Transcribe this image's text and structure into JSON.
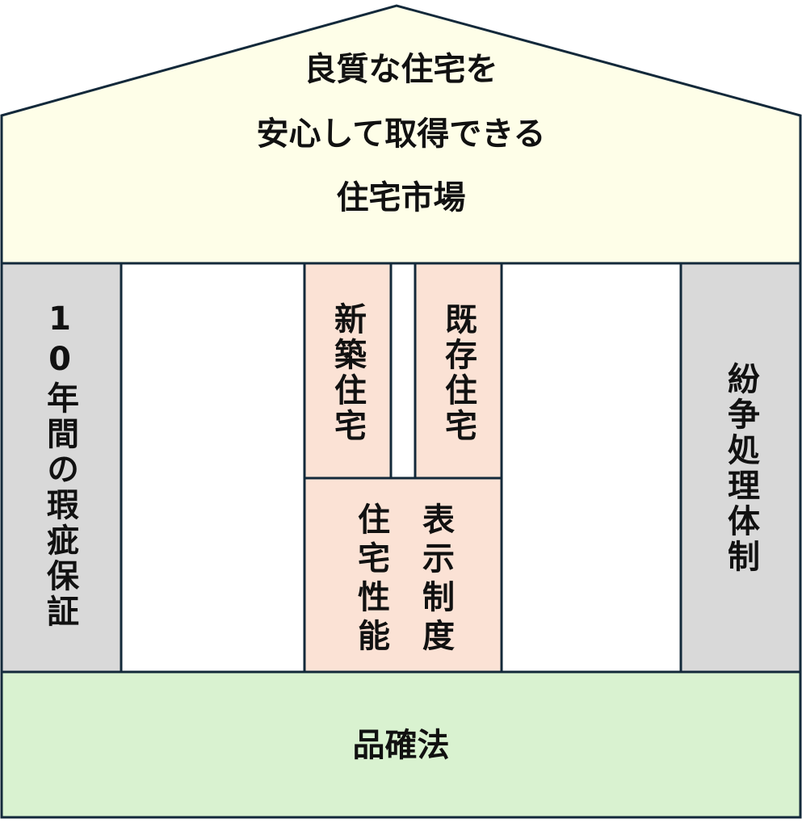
{
  "colors": {
    "roof": "#fefee8",
    "pillar": "#d9d9d9",
    "center": "#fbe2d5",
    "base": "#d9f2d0",
    "stroke": "#13293a"
  },
  "roof": {
    "lines": [
      "良質な住宅を",
      "安心して取得できる",
      "住宅市場"
    ]
  },
  "left_pillar": {
    "label": "10年間の瑕疵保証"
  },
  "right_pillar": {
    "label": "紛争処理体制"
  },
  "center": {
    "new_housing": "新築住宅",
    "existing_housing": "既存住宅",
    "performance_col1": "表示制度",
    "performance_col2": "住宅性能"
  },
  "base": {
    "label": "品確法"
  }
}
